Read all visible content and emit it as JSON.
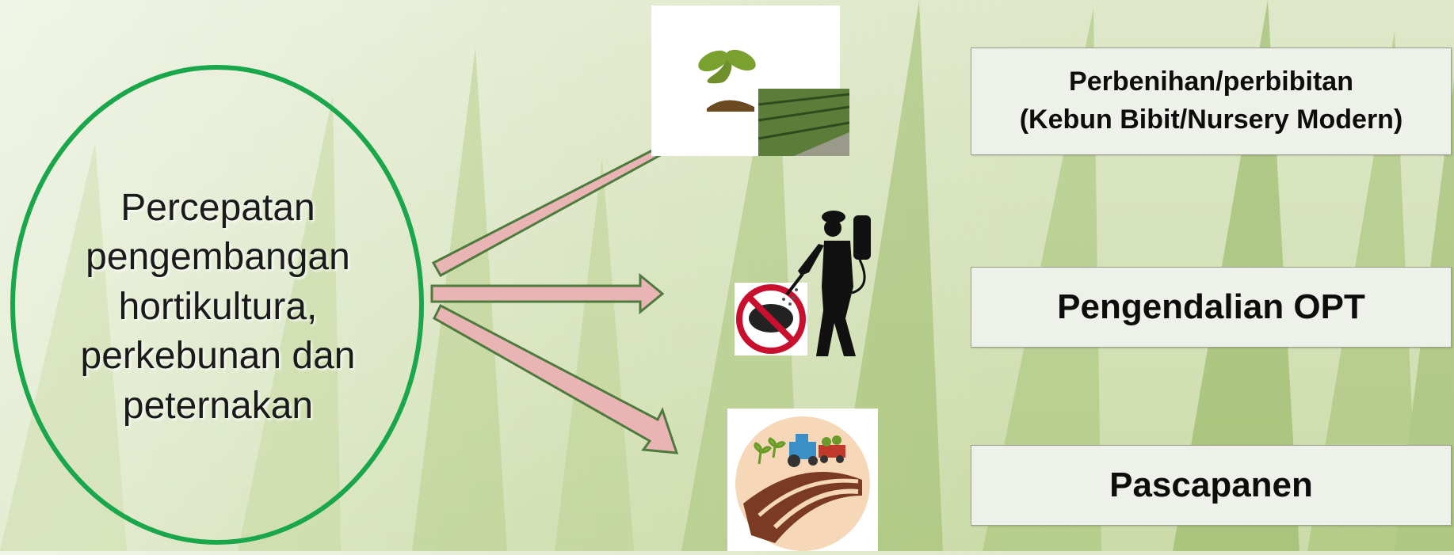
{
  "center": {
    "lines": [
      "Percepatan",
      "pengembangan",
      "hortikultura,",
      "perkebunan dan",
      "peternakan"
    ]
  },
  "boxes": {
    "seedling": {
      "line1": "Perbenihan/perbibitan",
      "line2": "(Kebun Bibit/Nursery Modern)"
    },
    "pest": {
      "label": "Pengendalian OPT"
    },
    "postharvest": {
      "label": "Pascapanen"
    }
  },
  "icons": {
    "seedling": "seedling-nursery-icon",
    "sprayer": "pest-sprayer-icon",
    "farm": "farm-tractor-icon"
  },
  "colors": {
    "oval_border": "#1aa64b",
    "arrow_fill": "#e8b4b4",
    "arrow_stroke": "#4f7a3e"
  }
}
